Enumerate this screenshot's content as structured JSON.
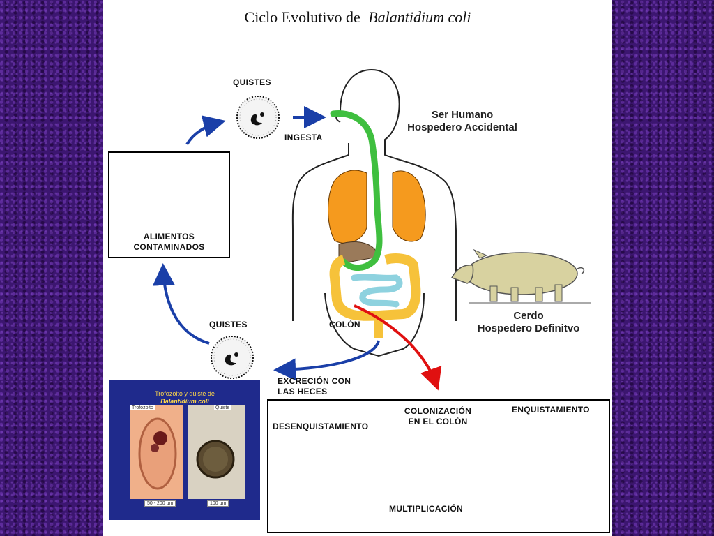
{
  "title": {
    "main": "Ciclo Evolutivo de",
    "species": "Balantidium coli"
  },
  "labels": {
    "quistes_top": "QUISTES",
    "ingesta": "INGESTA",
    "human_host_line1": "Ser Humano",
    "human_host_line2": "Hospedero Accidental",
    "food_line1": "ALIMENTOS",
    "food_line2": "CONTAMINADOS",
    "quistes_bottom": "QUISTES",
    "colon": "COLÓN",
    "pig_host_line1": "Cerdo",
    "pig_host_line2": "Hospedero Definitvo",
    "excretion_line1": "EXCRECIÓN CON",
    "excretion_line2": "LAS HECES",
    "desenquistamiento": "DESENQUISTAMIENTO",
    "colonizacion_line1": "COLONIZACIÓN",
    "colonizacion_line2": "EN EL COLÓN",
    "enquistamiento": "ENQUISTAMIENTO",
    "multiplicacion": "MULTIPLICACIÓN"
  },
  "photo": {
    "caption_line1": "Trofozoito y quiste de",
    "caption_line2": "Balantidium coli",
    "tag_left": "Trofozoito",
    "tag_right": "Quiste",
    "scale_left": "50 - 200 um",
    "scale_right": "100 um"
  },
  "colors": {
    "cycle_arrow": "#1a3fa8",
    "infection_arrow": "#e01010",
    "digestive_tract": "#3fbf3f",
    "lungs": "#f59a1e",
    "intestine": "#8ed2df",
    "colon": "#f6c23a",
    "pig": "#d8d2a0"
  }
}
